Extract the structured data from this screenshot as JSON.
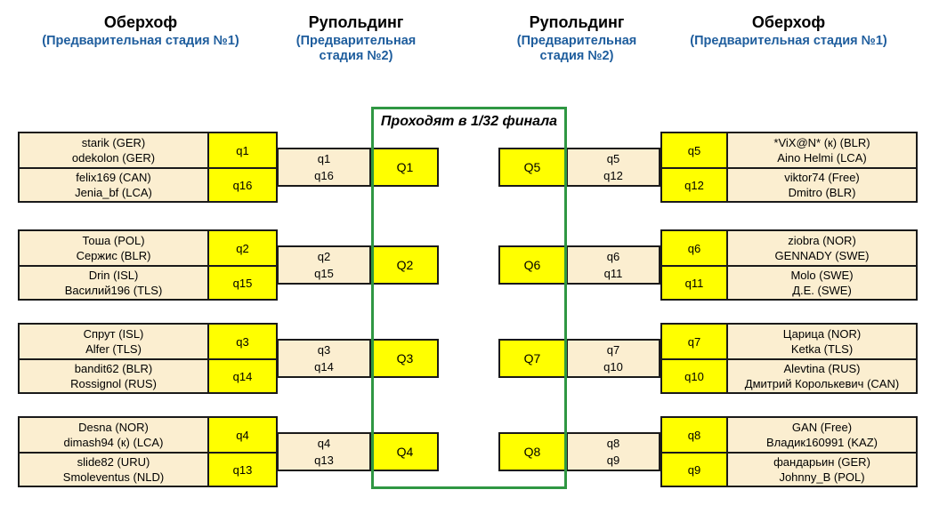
{
  "headers": [
    {
      "title": "Оберхоф",
      "subtitle": "(Предварительная стадия №1)"
    },
    {
      "title": "Рупольдинг",
      "subtitle": "(Предварительная стадия №2)"
    },
    {
      "title": "Рупольдинг",
      "subtitle": "(Предварительная стадия №2)"
    },
    {
      "title": "Оберхоф",
      "subtitle": "(Предварительная стадия №1)"
    }
  ],
  "advance": {
    "title": "Проходят в 1/32 финала"
  },
  "left_groups": [
    {
      "pairs": [
        {
          "players": [
            "starik (GER)",
            "odekolon (GER)"
          ],
          "qual": "q1"
        },
        {
          "players": [
            "felix169 (CAN)",
            "Jenia_bf (LCA)"
          ],
          "qual": "q16"
        }
      ],
      "connector": [
        "q1",
        "q16"
      ],
      "match": "Q1"
    },
    {
      "pairs": [
        {
          "players": [
            "Тоша (POL)",
            "Сержис (BLR)"
          ],
          "qual": "q2"
        },
        {
          "players": [
            "Drin (ISL)",
            "Василий196 (TLS)"
          ],
          "qual": "q15"
        }
      ],
      "connector": [
        "q2",
        "q15"
      ],
      "match": "Q2"
    },
    {
      "pairs": [
        {
          "players": [
            "Спрут (ISL)",
            "Alfer (TLS)"
          ],
          "qual": "q3"
        },
        {
          "players": [
            "bandit62 (BLR)",
            "Rossignol (RUS)"
          ],
          "qual": "q14"
        }
      ],
      "connector": [
        "q3",
        "q14"
      ],
      "match": "Q3"
    },
    {
      "pairs": [
        {
          "players": [
            "Desna (NOR)",
            "dimash94 (к) (LCA)"
          ],
          "qual": "q4"
        },
        {
          "players": [
            "slide82 (URU)",
            "Smoleventus (NLD)"
          ],
          "qual": "q13"
        }
      ],
      "connector": [
        "q4",
        "q13"
      ],
      "match": "Q4"
    }
  ],
  "right_groups": [
    {
      "match": "Q5",
      "connector": [
        "q5",
        "q12"
      ],
      "pairs": [
        {
          "qual": "q5",
          "players": [
            "*ViX@N* (к) (BLR)",
            "Aino Helmi (LCA)"
          ]
        },
        {
          "qual": "q12",
          "players": [
            "viktor74 (Free)",
            "Dmitro (BLR)"
          ]
        }
      ]
    },
    {
      "match": "Q6",
      "connector": [
        "q6",
        "q11"
      ],
      "pairs": [
        {
          "qual": "q6",
          "players": [
            "ziobra (NOR)",
            "GENNADY (SWE)"
          ]
        },
        {
          "qual": "q11",
          "players": [
            "Molo (SWE)",
            "Д.Е. (SWE)"
          ]
        }
      ]
    },
    {
      "match": "Q7",
      "connector": [
        "q7",
        "q10"
      ],
      "pairs": [
        {
          "qual": "q7",
          "players": [
            "Царица (NOR)",
            "Ketka (TLS)"
          ]
        },
        {
          "qual": "q10",
          "players": [
            "Alevtina (RUS)",
            "Дмитрий Королькевич (CAN)"
          ]
        }
      ]
    },
    {
      "match": "Q8",
      "connector": [
        "q8",
        "q9"
      ],
      "pairs": [
        {
          "qual": "q8",
          "players": [
            "GAN (Free)",
            "Владик160991 (KAZ)"
          ]
        },
        {
          "qual": "q9",
          "players": [
            "фандарьин (GER)",
            "Johnny_B (POL)"
          ]
        }
      ]
    }
  ],
  "colors": {
    "cream": "#fbeed0",
    "yellow": "#ffff00",
    "green": "#2f9742",
    "blue": "#1e5d9d",
    "line": "#1a1a1a"
  }
}
